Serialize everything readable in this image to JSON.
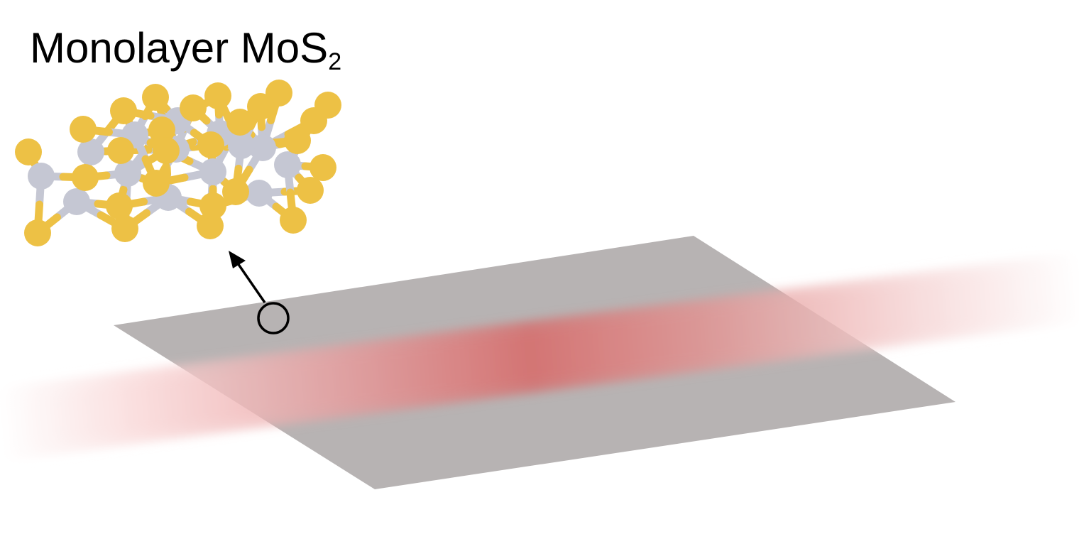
{
  "title": {
    "main": "Monolayer MoS",
    "subscript": "2"
  },
  "colors": {
    "sulfur_atom": "#edc145",
    "molybdenum_atom": "#c5c7d3",
    "substrate_sheet": "#b7b3b3",
    "beam_core": "#d9615f",
    "arrow": "#000000"
  },
  "elements": {
    "sheet": "substrate-sheet",
    "beam": "laser-beam",
    "marker": "position-marker-circle",
    "arrow": "zoom-arrow",
    "lattice": "mos2-lattice-structure"
  }
}
